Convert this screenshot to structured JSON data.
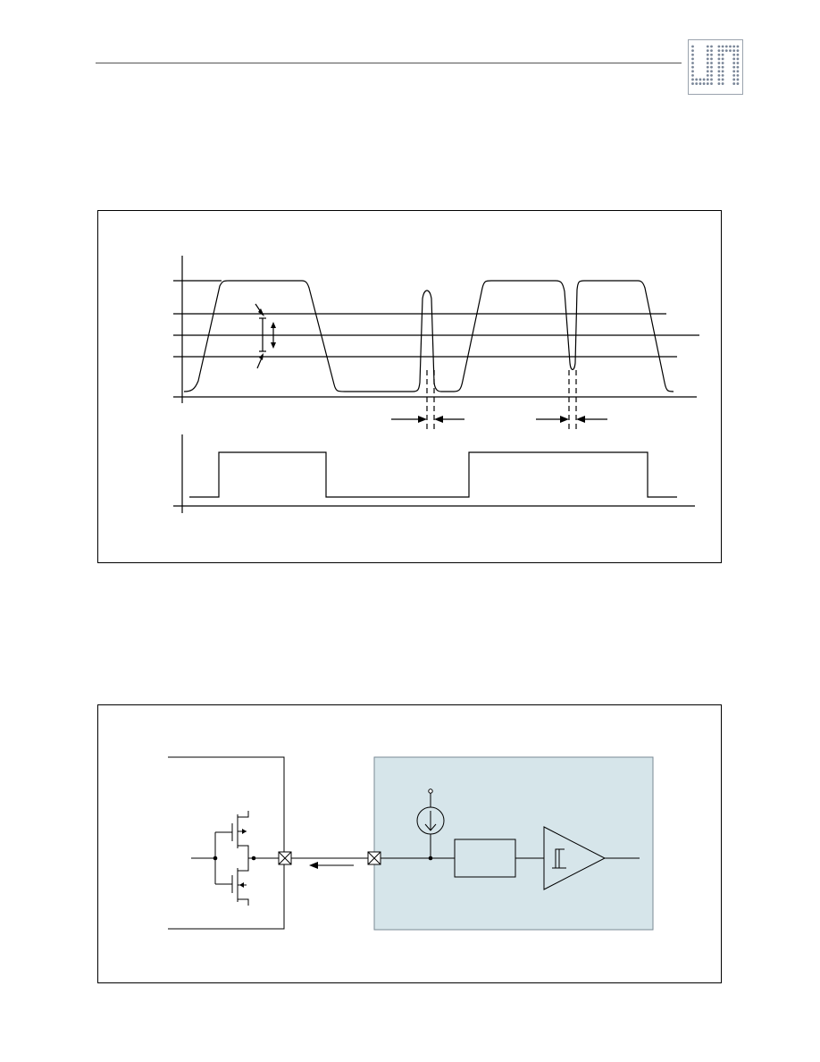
{
  "colors": {
    "line": "#000000",
    "header_rule": "#555555",
    "logo_dot": "#7a8698",
    "ic_fill": "#d6e5ea",
    "ic_border": "#7a8a94"
  },
  "icons": {
    "logo": "dot-matrix-logo",
    "input_pad": "x-box-pad-icon",
    "output_pad": "x-box-pad-icon",
    "current_source": "current-source-icon",
    "schmitt_trigger": "schmitt-trigger-icon"
  },
  "waveform_figure": {
    "upper_trace": "analog-input-waveform",
    "lower_trace": "digital-output-pulse"
  },
  "circuit_figure": {
    "left_block": "cmos-output-stage",
    "right_block": "input-stage"
  }
}
